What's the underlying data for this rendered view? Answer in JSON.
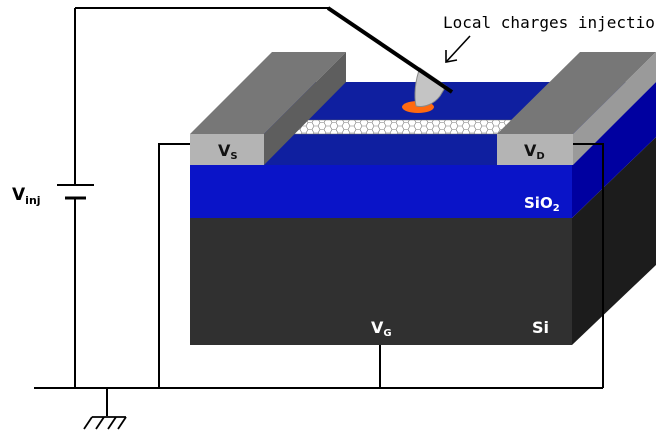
{
  "annotation": {
    "text": "Local charges injection"
  },
  "labels": {
    "vinj_main": "V",
    "vinj_sub": "inj",
    "vs_main": "V",
    "vs_sub": "S",
    "vd_main": "V",
    "vd_sub": "D",
    "vg_main": "V",
    "vg_sub": "G",
    "sio2_main": "SiO",
    "sio2_sub": "2",
    "si": "Si"
  },
  "colors": {
    "sio2_front": "#0a14c8",
    "sio2_side": "#0000a0",
    "sio2_top": "#0f1fa0",
    "si_front": "#303030",
    "si_side": "#1c1c1c",
    "electrode_top": "#777777",
    "electrode_front": "#b4b4b4",
    "electrode_side": "#9a9a9a",
    "charge_spot": "#ff6a10",
    "wire": "#000000"
  },
  "icons": {
    "ground": "ground-icon",
    "battery": "battery-icon",
    "tip": "afm-tip-icon"
  }
}
